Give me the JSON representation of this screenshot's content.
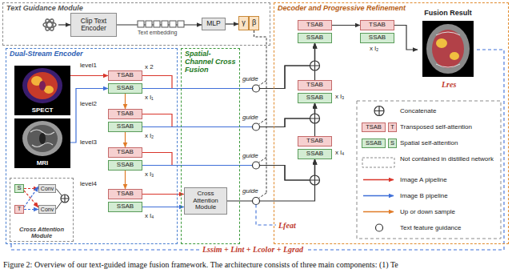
{
  "diagram": {
    "caption": "Figure 2: Overview of our text-guided image fusion framework. The architecture consists of three main components: (1) Te",
    "nodes": [
      {
        "text": [
          "Text Guidance Module"
        ]
      },
      {
        "text": [
          "Clip Text Encoder"
        ],
        "in": 0
      },
      {
        "text": [
          "MLP"
        ],
        "in": 0
      },
      {
        "text": [
          "γ"
        ],
        "in": 0
      },
      {
        "text": [
          "β"
        ],
        "in": 0
      },
      {
        "text": [
          "Dual-Stream Encoder"
        ]
      },
      {
        "text": [
          "SPECT"
        ],
        "in": 5
      },
      {
        "text": [
          "MRI"
        ],
        "in": 5
      },
      {
        "text": [
          "TSAB"
        ],
        "in": 5
      },
      {
        "text": [
          "SSAB"
        ],
        "in": 5
      },
      {
        "text": [
          "TSAB"
        ],
        "in": 5
      },
      {
        "text": [
          "SSAB"
        ],
        "in": 5
      },
      {
        "text": [
          "TSAB"
        ],
        "in": 5
      },
      {
        "text": [
          "SSAB"
        ],
        "in": 5
      },
      {
        "text": [
          "TSAB"
        ],
        "in": 5
      },
      {
        "text": [
          "SSAB"
        ],
        "in": 5
      },
      {
        "text": [
          "Cross Attention Module"
        ],
        "in": 5
      },
      {
        "text": [
          "S"
        ],
        "in": 16
      },
      {
        "text": [
          "T"
        ],
        "in": 16
      },
      {
        "text": [
          "Conv"
        ],
        "in": 16
      },
      {
        "text": [
          "Conv"
        ],
        "in": 16
      },
      {
        "text": [
          "Spatial-Channel Cross Fusion"
        ]
      },
      {
        "text": [
          "Cross Attention Module"
        ],
        "in": 21
      },
      {
        "text": [
          "Decoder and Progressive Refinement"
        ]
      },
      {
        "text": [
          "TSAB"
        ],
        "in": 23
      },
      {
        "text": [
          "SSAB"
        ],
        "in": 23
      },
      {
        "text": [
          "TSAB"
        ],
        "in": 23
      },
      {
        "text": [
          "SSAB"
        ],
        "in": 23
      },
      {
        "text": [
          "Fusion Result"
        ],
        "in": 23
      },
      {
        "text": [
          "TSAB"
        ],
        "in": 23
      },
      {
        "text": [
          "SSAB"
        ],
        "in": 23
      },
      {
        "text": [
          "TSAB"
        ],
        "in": 23
      },
      {
        "text": [
          "SSAB"
        ],
        "in": 23
      }
    ],
    "edges": [
      {
        "from": 1,
        "to": 2,
        "arrow": "to"
      },
      {
        "from": 2,
        "to": 3,
        "arrow": "to"
      },
      {
        "from": 6,
        "to": 8,
        "arrow": "to"
      },
      {
        "from": 7,
        "to": 9,
        "arrow": "to"
      },
      {
        "from": 9,
        "to": 10,
        "arrow": "to"
      },
      {
        "from": 11,
        "to": 12,
        "arrow": "to"
      },
      {
        "from": 13,
        "to": 14,
        "arrow": "to"
      },
      {
        "from": 8,
        "to": 25,
        "arrow": "to"
      },
      {
        "from": 9,
        "to": 25,
        "arrow": "to"
      },
      {
        "from": 10,
        "to": 30,
        "arrow": "to"
      },
      {
        "from": 11,
        "to": 30,
        "arrow": "to"
      },
      {
        "from": 12,
        "to": 32,
        "arrow": "to"
      },
      {
        "from": 13,
        "to": 32,
        "arrow": "to"
      },
      {
        "from": 14,
        "to": 22,
        "arrow": "to"
      },
      {
        "from": 15,
        "to": 22,
        "arrow": "to"
      },
      {
        "from": 22,
        "to": 32,
        "arrow": "to"
      },
      {
        "from": 31,
        "to": 30,
        "arrow": "to"
      },
      {
        "from": 29,
        "to": 25,
        "arrow": "to"
      },
      {
        "from": 24,
        "to": 26,
        "arrow": "to"
      },
      {
        "from": 26,
        "to": 28,
        "arrow": "to"
      },
      {
        "from": 17,
        "to": 19,
        "arrow": "to"
      },
      {
        "from": 18,
        "to": 20,
        "arrow": "to"
      },
      {
        "from": 17,
        "to": 20,
        "arrow": "to"
      },
      {
        "from": 18,
        "to": 19,
        "arrow": "to"
      }
    ],
    "labels": [
      "Text embedding",
      "level1",
      "x 2",
      "x l₁",
      "level2",
      "x l₂",
      "level3",
      "x l₃",
      "level4",
      "x l₄",
      "guide",
      "guide",
      "guide",
      "guide",
      "x l₂",
      "x l₃",
      "x l₄",
      "Lres",
      "Lfeat",
      "Lssim + Lint + Lcolor + Lgrad",
      "TSAB",
      "T",
      "SSAB",
      "S"
    ],
    "legend": [
      {
        "text": "Concatenate"
      },
      {
        "text": "Transposed self-attention",
        "color": "#f6d0d0"
      },
      {
        "text": "Spatial self-attention",
        "color": "#d3ecd3"
      },
      {
        "text": "Not contained in distilled network"
      },
      {
        "text": "Image A pipeline"
      },
      {
        "text": "Image B pipeline"
      },
      {
        "text": "Up or down sample"
      },
      {
        "text": "Text feature guidance"
      }
    ]
  }
}
